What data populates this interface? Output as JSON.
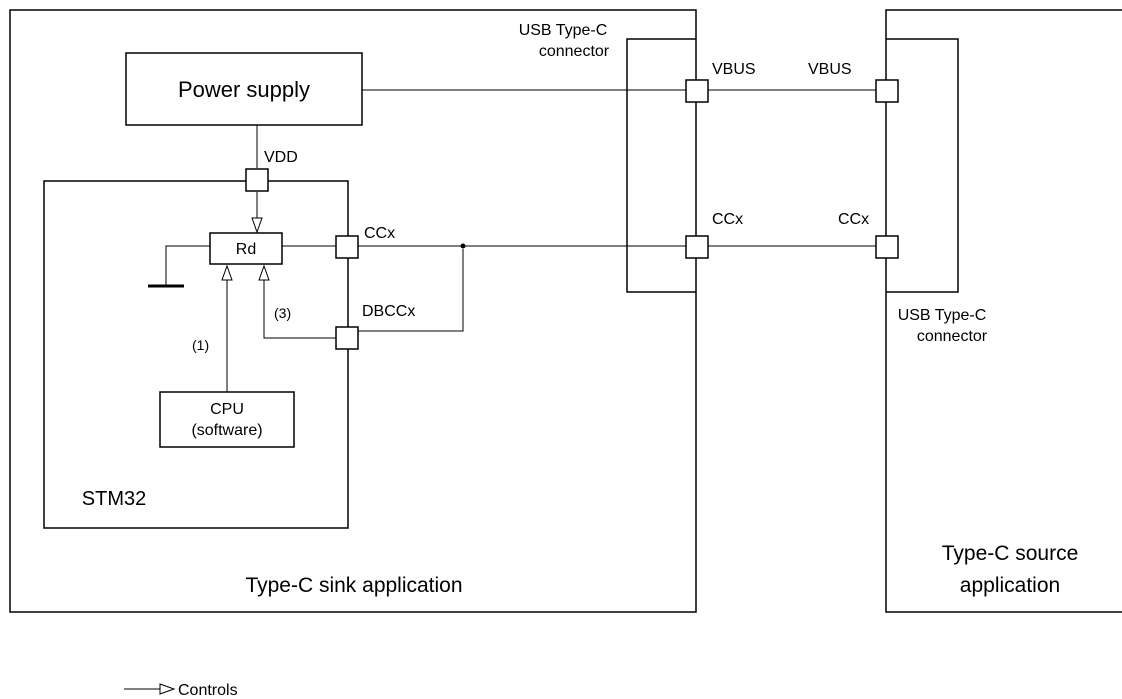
{
  "blocks": {
    "power_supply": "Power supply",
    "stm32": "STM32",
    "rd": "Rd",
    "cpu_line1": "CPU",
    "cpu_line2": "(software)",
    "sink_app": "Type-C sink application",
    "source_app_line1": "Type-C source",
    "source_app_line2": "application"
  },
  "connectors": {
    "sink_connector_line1": "USB Type-C",
    "sink_connector_line2": "connector",
    "source_connector_line1": "USB Type-C",
    "source_connector_line2": "connector"
  },
  "signals": {
    "vdd": "VDD",
    "ccx_stm32": "CCx",
    "dbccx": "DBCCx",
    "vbus_sink": "VBUS",
    "vbus_source": "VBUS",
    "ccx_sink_conn": "CCx",
    "ccx_source_conn": "CCx"
  },
  "annotations": {
    "path_1": "(1)",
    "path_3": "(3)"
  },
  "legend": {
    "controls": "Controls"
  },
  "colors": {
    "line": "#000000",
    "background": "#ffffff"
  }
}
